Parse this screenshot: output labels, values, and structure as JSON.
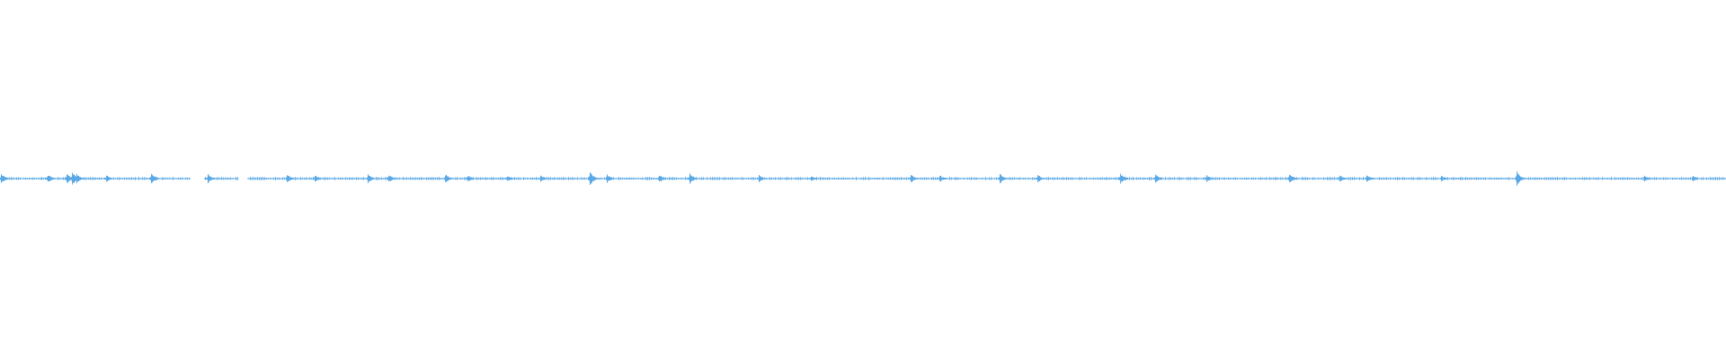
{
  "waveform": {
    "color": "#5aa9e6",
    "background": "#ffffff",
    "peaks": [
      {
        "t": 0.0,
        "a": 0.032
      },
      {
        "t": 0.027,
        "a": 0.026
      },
      {
        "t": 0.038,
        "a": 0.03
      },
      {
        "t": 0.041,
        "a": 0.04
      },
      {
        "t": 0.044,
        "a": 0.028
      },
      {
        "t": 0.061,
        "a": 0.02
      },
      {
        "t": 0.087,
        "a": 0.032
      },
      {
        "t": 0.12,
        "a": 0.028
      },
      {
        "t": 0.166,
        "a": 0.028
      },
      {
        "t": 0.182,
        "a": 0.02
      },
      {
        "t": 0.213,
        "a": 0.026
      },
      {
        "t": 0.225,
        "a": 0.024
      },
      {
        "t": 0.258,
        "a": 0.028
      },
      {
        "t": 0.271,
        "a": 0.02
      },
      {
        "t": 0.294,
        "a": 0.018
      },
      {
        "t": 0.313,
        "a": 0.02
      },
      {
        "t": 0.342,
        "a": 0.04
      },
      {
        "t": 0.352,
        "a": 0.024
      },
      {
        "t": 0.382,
        "a": 0.024
      },
      {
        "t": 0.4,
        "a": 0.032
      },
      {
        "t": 0.44,
        "a": 0.02
      },
      {
        "t": 0.47,
        "a": 0.018
      },
      {
        "t": 0.528,
        "a": 0.024
      },
      {
        "t": 0.545,
        "a": 0.022
      },
      {
        "t": 0.58,
        "a": 0.03
      },
      {
        "t": 0.602,
        "a": 0.024
      },
      {
        "t": 0.65,
        "a": 0.032
      },
      {
        "t": 0.67,
        "a": 0.026
      },
      {
        "t": 0.7,
        "a": 0.02
      },
      {
        "t": 0.748,
        "a": 0.03
      },
      {
        "t": 0.777,
        "a": 0.02
      },
      {
        "t": 0.793,
        "a": 0.024
      },
      {
        "t": 0.836,
        "a": 0.018
      },
      {
        "t": 0.88,
        "a": 0.04
      },
      {
        "t": 0.954,
        "a": 0.018
      },
      {
        "t": 0.982,
        "a": 0.016
      }
    ],
    "gaps": [
      {
        "start": 0.11,
        "end": 0.118
      },
      {
        "start": 0.138,
        "end": 0.143
      }
    ]
  }
}
